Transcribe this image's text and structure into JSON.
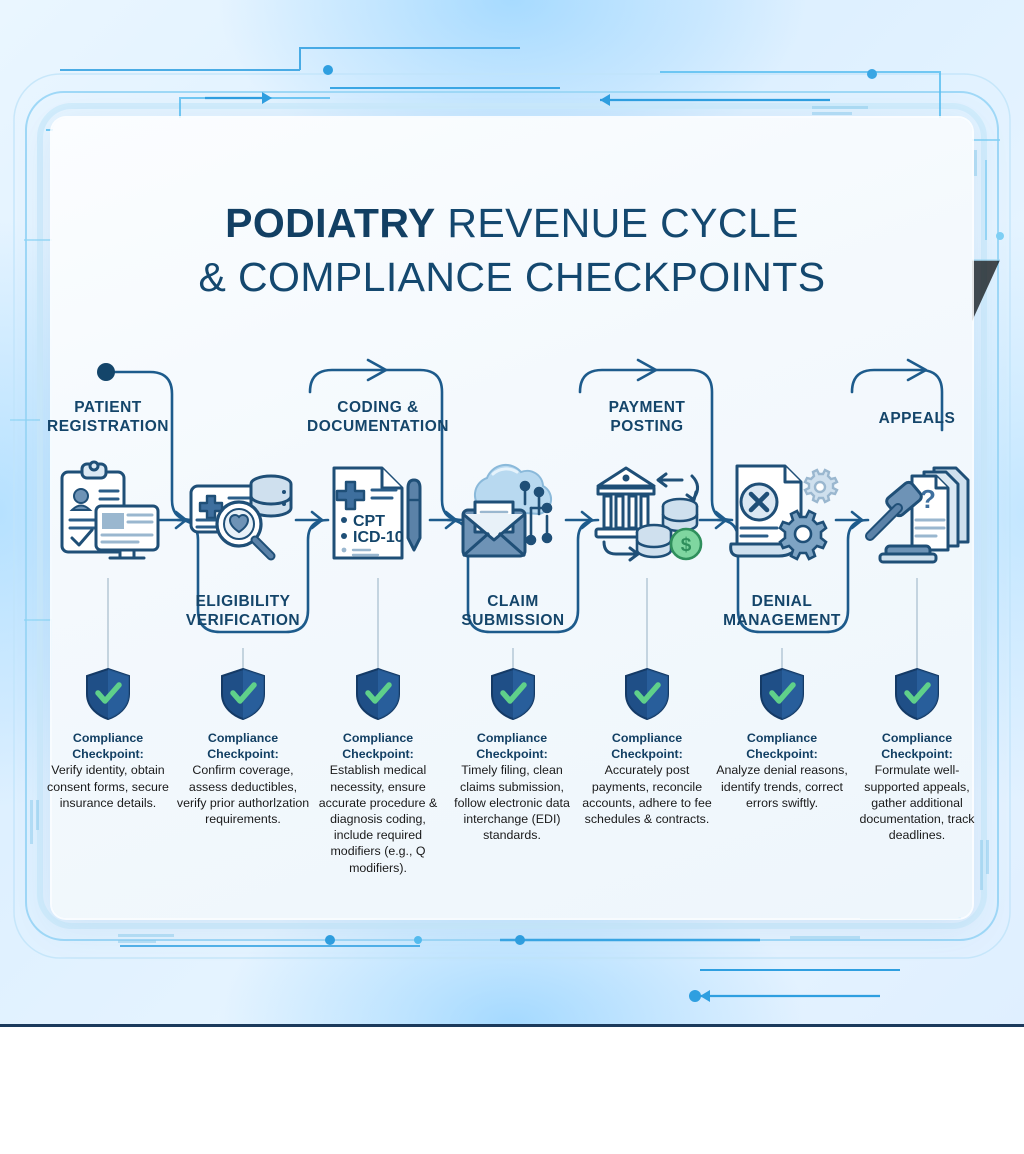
{
  "title": {
    "line1_strong": "PODIATRY",
    "line1_rest": " REVENUE CYCLE",
    "line2": "& COMPLIANCE CHECKPOINTS"
  },
  "theme": {
    "deep_blue": "#14456a",
    "line_blue": "#1d5b8c",
    "shield_blue": "#1f4f87",
    "check_green": "#5fd08a",
    "glow_cyan": "#55c8ff",
    "card_bg": "#f7fbfe",
    "text_dark": "#1a1a1a"
  },
  "stages": [
    {
      "id": "patient-registration",
      "label": "PATIENT\nREGISTRATION",
      "label_position": "above",
      "icon": "clipboard-monitor-icon",
      "checkpoint_heading": "Compliance\nCheckpoint:",
      "checkpoint_body": "Verify identity, obtain consent forms, secure insurance details.",
      "shield": "shield-check-icon"
    },
    {
      "id": "eligibility-verification",
      "label": "ELIGIBILITY\nVERIFICATION",
      "label_position": "below",
      "icon": "insurance-card-magnifier-icon",
      "checkpoint_heading": "Compliance\nCheckpoint:",
      "checkpoint_body": "Confirm coverage, assess deductibles, verify prior authorlzation requirements.",
      "shield": "shield-check-icon"
    },
    {
      "id": "coding-documentation",
      "label": "CODING &\nDOCUMENTATION",
      "label_position": "above",
      "icon": "medical-coding-document-icon",
      "icon_text": [
        "CPT",
        "ICD-10"
      ],
      "checkpoint_heading": "Compliance\nCheckpoint:",
      "checkpoint_body": "Establish medical necessity, ensure accurate procedure & diagnosis coding, include required modifiers (e.g., Q modifiers).",
      "shield": "shield-check-icon"
    },
    {
      "id": "claim-submission",
      "label": "CLAIM\nSUBMISSION",
      "label_position": "below",
      "icon": "cloud-envelope-icon",
      "checkpoint_heading": "Compliance\nCheckpoint:",
      "checkpoint_body": "Timely filing, clean claims submission, follow electronic data interchange (EDI) standards.",
      "shield": "shield-check-icon"
    },
    {
      "id": "payment-posting",
      "label": "PAYMENT\nPOSTING",
      "label_position": "above",
      "icon": "bank-coins-icon",
      "checkpoint_heading": "Compliance\nCheckpoint:",
      "checkpoint_body": "Accurately post payments, reconcile accounts, adhere to fee schedules & contracts.",
      "shield": "shield-check-icon"
    },
    {
      "id": "denial-management",
      "label": "DENIAL\nMANAGEMENT",
      "label_position": "below",
      "icon": "denied-document-gears-icon",
      "checkpoint_heading": "Compliance\nCheckpoint:",
      "checkpoint_body": "Analyze denial reasons, identify trends, correct errors swiftly.",
      "shield": "shield-check-icon"
    },
    {
      "id": "appeals",
      "label": "APPEALS",
      "label_position": "above",
      "icon": "gavel-documents-icon",
      "checkpoint_heading": "Compliance\nCheckpoint:",
      "checkpoint_body": "Formulate well-supported appeals, gather additional documentation, track deadlines.",
      "shield": "shield-check-icon"
    }
  ]
}
